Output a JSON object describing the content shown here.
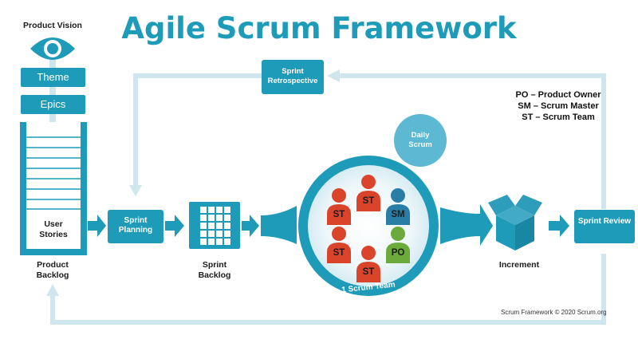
{
  "title": "Agile Scrum Framework",
  "product_vision_label": "Product Vision",
  "theme_label": "Theme",
  "epics_label": "Epics",
  "user_stories_label": "User Stories",
  "product_backlog_label": "Product Backlog",
  "sprint_planning_label": "Sprint Planning",
  "sprint_backlog_label": "Sprint Backlog",
  "sprint_retrospective_label": "Sprint Retrospective",
  "daily_scrum_label": "Daily Scrum",
  "scrum_team_label": "1 Scrum Team",
  "increment_label": "Increment",
  "sprint_review_label": "Sprint Review",
  "legend": [
    "PO – Product Owner",
    "SM – Scrum Master",
    "ST – Scrum Team"
  ],
  "team_members": [
    "ST",
    "ST",
    "SM",
    "ST",
    "PO",
    "ST"
  ],
  "copyright": "Scrum Framework © 2020 Scrum.org",
  "colors": {
    "teal": "#1d9bb8",
    "light_blue": "#cfe6ef",
    "red": "#d9442b",
    "blue": "#2a7ea6",
    "green": "#6aab3b"
  }
}
